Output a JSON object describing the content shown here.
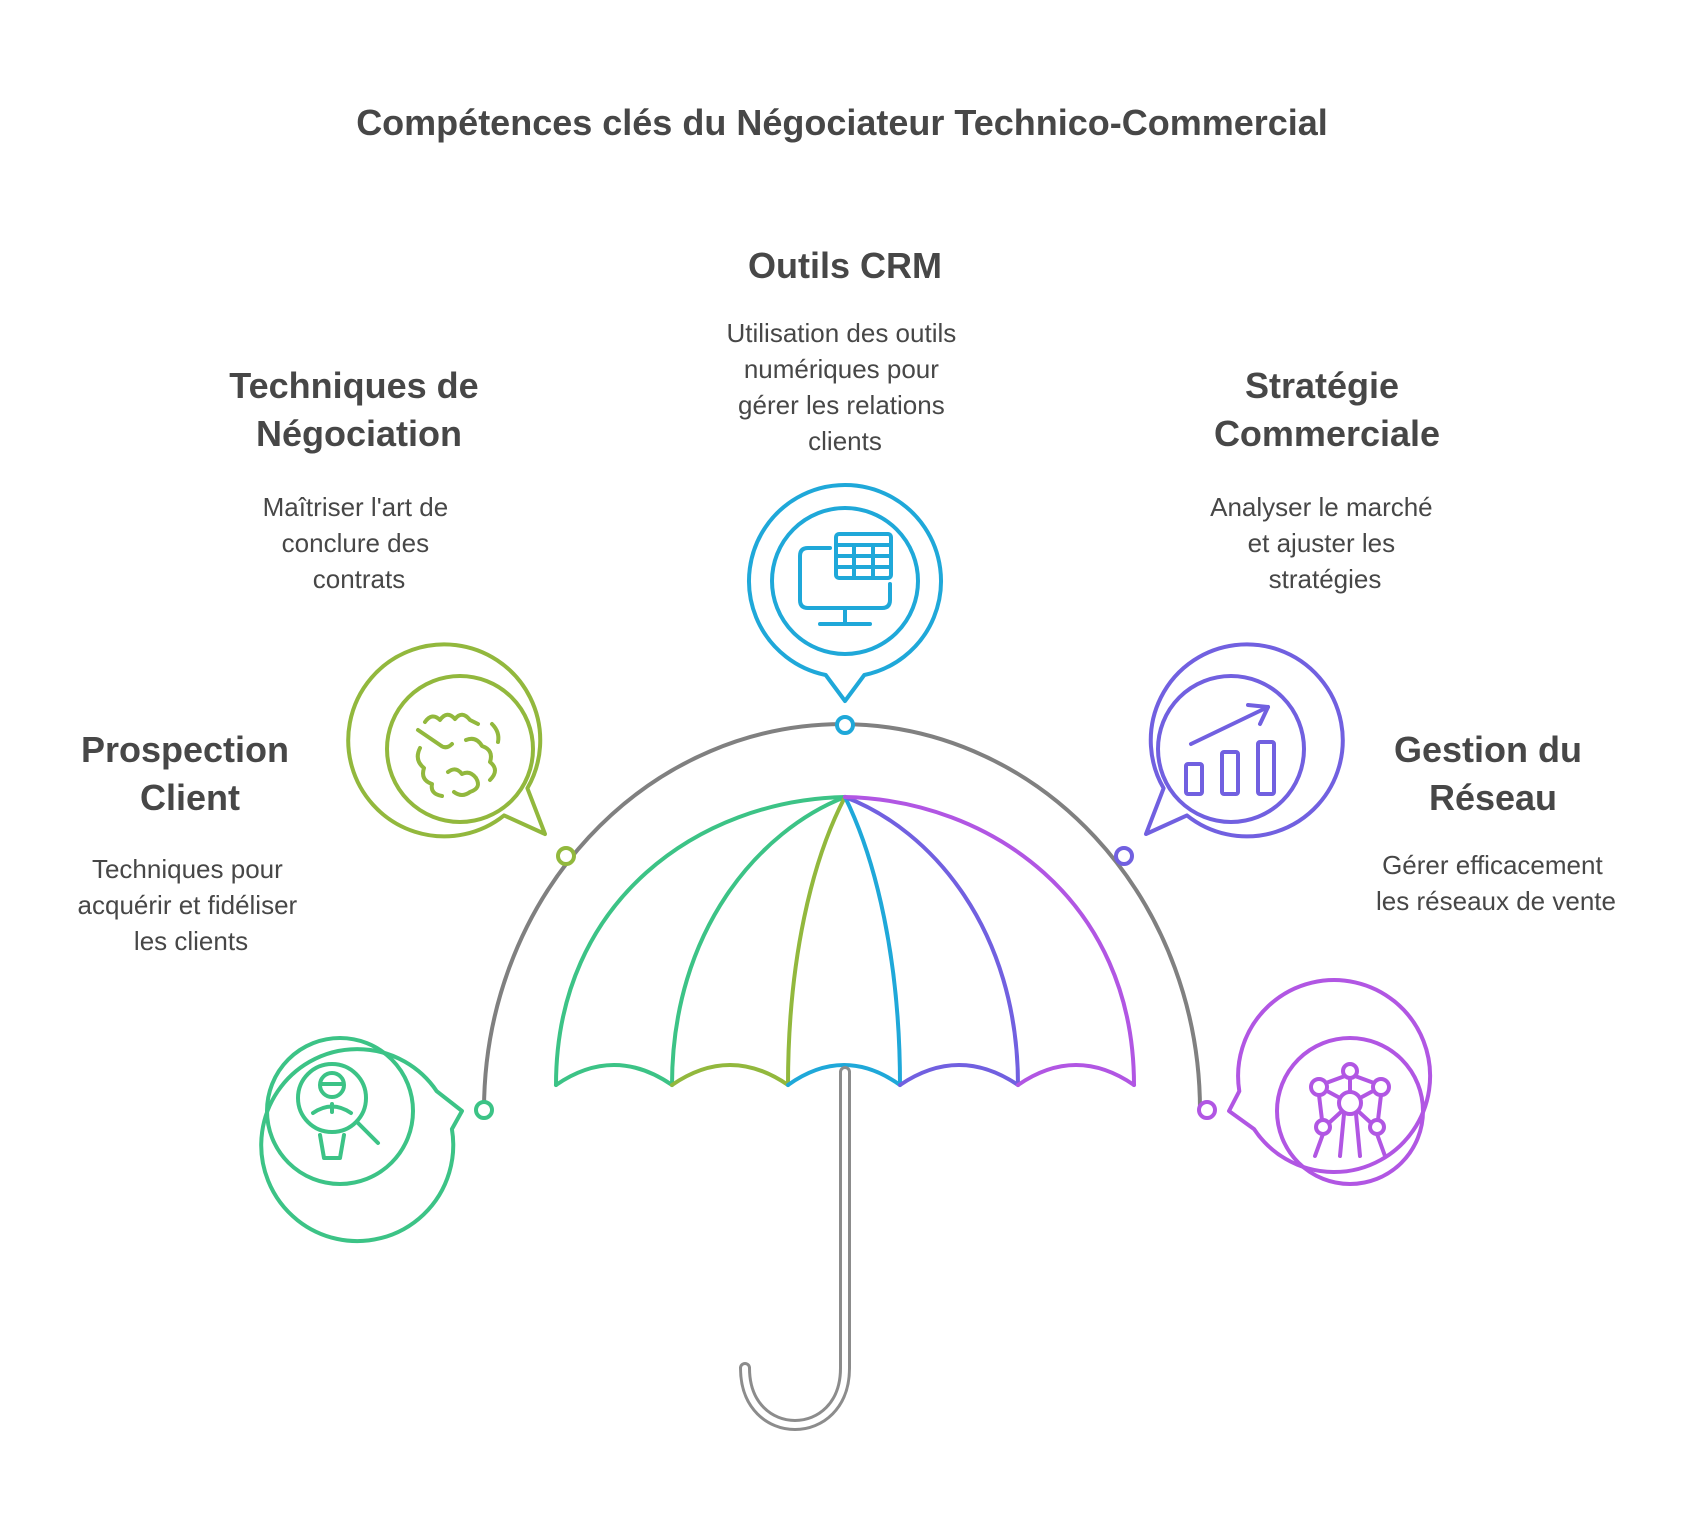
{
  "title": "Compétences clés du Négociateur Technico-Commercial",
  "colors": {
    "text": "#474747",
    "frame": "#808080",
    "handle": "#8c8c8c",
    "prospection": "#3cc386",
    "negociation": "#92b83d",
    "crm": "#1fa8d9",
    "strategie": "#7160e0",
    "reseau": "#b156e3"
  },
  "items": [
    {
      "key": "prospection",
      "icon": "magnifier-person-icon",
      "title_lines": [
        "Prospection",
        "Client"
      ],
      "desc_lines": [
        "Techniques pour",
        "acquérir et fidéliser",
        "les clients"
      ]
    },
    {
      "key": "negociation",
      "icon": "handshake-icon",
      "title_lines": [
        "Techniques de",
        "Négociation"
      ],
      "desc_lines": [
        "Maîtriser l'art de",
        "conclure des",
        "contrats"
      ]
    },
    {
      "key": "crm",
      "icon": "computer-spreadsheet-icon",
      "title_lines": [
        "Outils CRM"
      ],
      "desc_lines": [
        "Utilisation des outils",
        "numériques pour",
        "gérer les relations",
        "clients"
      ]
    },
    {
      "key": "strategie",
      "icon": "growth-chart-icon",
      "title_lines": [
        "Stratégie",
        "Commerciale"
      ],
      "desc_lines": [
        "Analyser le marché",
        "et ajuster les",
        "stratégies"
      ]
    },
    {
      "key": "reseau",
      "icon": "network-nodes-icon",
      "title_lines": [
        "Gestion du",
        "Réseau"
      ],
      "desc_lines": [
        "Gérer efficacement",
        "les réseaux de vente"
      ]
    }
  ]
}
